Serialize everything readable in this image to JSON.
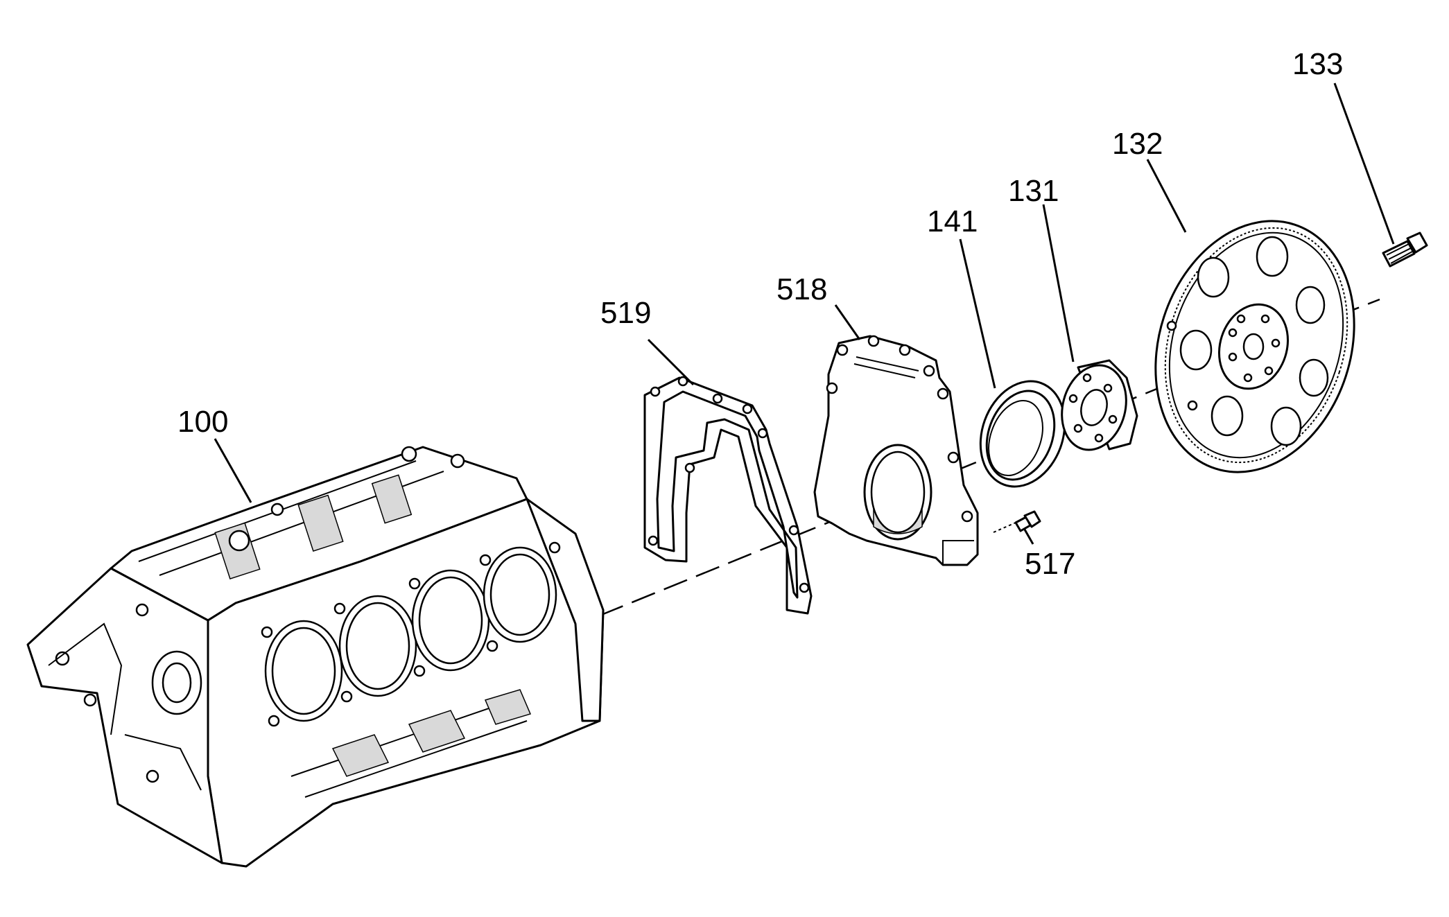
{
  "diagram": {
    "labels": {
      "engine_block": "100",
      "rear_cover_gasket": "519",
      "rear_cover": "518",
      "crankshaft_rear_seal": "141",
      "spacer": "131",
      "flexplate": "132",
      "flexplate_bolt": "133",
      "cover_bolt": "517"
    }
  }
}
